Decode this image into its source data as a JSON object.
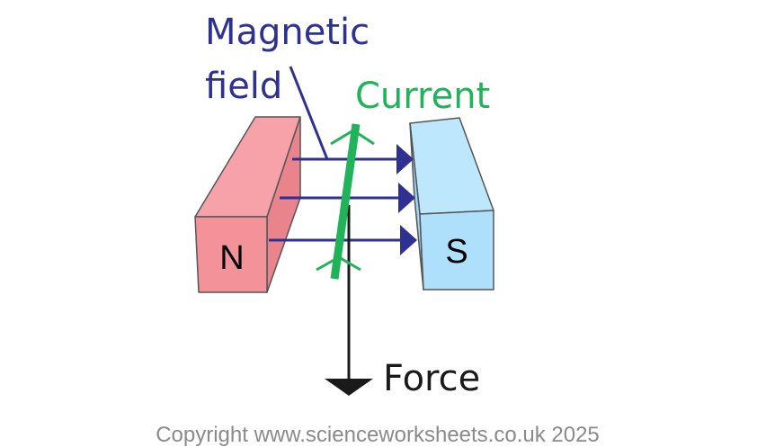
{
  "labels": {
    "magnetic_field_line1": "Magnetic",
    "magnetic_field_line2": "field",
    "current": "Current",
    "force": "Force",
    "north_pole": "N",
    "south_pole": "S"
  },
  "copyright": "Copyright www.scienceworksheets.co.uk 2025",
  "colors": {
    "field": "#2e3192",
    "current": "#21b35a",
    "force": "#1a1a1a",
    "north_front": "#f4929a",
    "north_side": "#e9848d",
    "north_top": "#f6a2a8",
    "south_front": "#aee0fb",
    "south_side": "#9cd6f6",
    "south_top": "#bde7fc",
    "outline": "#555555",
    "copyright": "#8a8a8a"
  }
}
